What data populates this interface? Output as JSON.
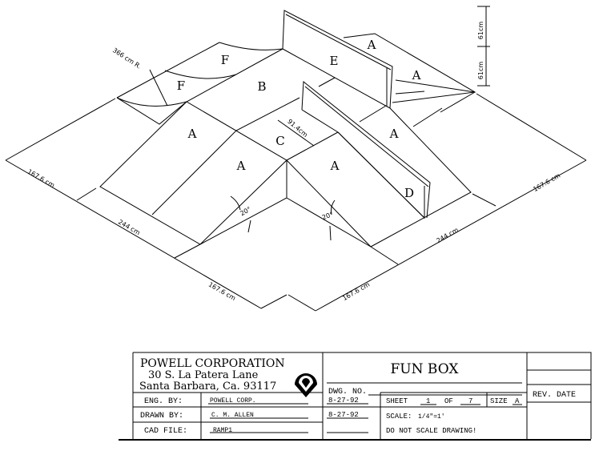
{
  "drawing": {
    "panel_labels": {
      "f_top": "F",
      "f_left": "F",
      "b": "B",
      "e": "E",
      "a_back_top": "A",
      "a_back_right": "A",
      "a_left": "A",
      "c": "C",
      "a_right": "A",
      "a_front_left": "A",
      "a_front_right": "A",
      "d": "D"
    },
    "dimensions": {
      "radius": "366 cm R.",
      "left_back": "167.6 cm",
      "left_mid": "244 cm",
      "left_front": "167.6 cm",
      "right_front": "167.6 cm",
      "right_mid": "244 cm",
      "right_back": "167.6 cm",
      "height_upper": "61cm",
      "height_lower": "61cm",
      "deck_width": "91.4cm",
      "angle_left": "20°",
      "angle_right": "20°"
    }
  },
  "title_block": {
    "company": "POWELL CORPORATION",
    "address1": "30 S. La Patera Lane",
    "address2": "Santa Barbara, Ca. 93117",
    "title": "FUN BOX",
    "dwg_no_label": "DWG. NO.",
    "rev_date_label": "REV. DATE",
    "eng_by_label": "ENG. BY:",
    "eng_by_value": "POWELL CORP.",
    "eng_date": "8-27-92",
    "drawn_by_label": "DRAWN BY:",
    "drawn_by_value": "C. M. ALLEN",
    "drawn_date": "8-27-92",
    "cad_file_label": "CAD FILE:",
    "cad_file_value": "RAMP1",
    "sheet_label": "SHEET",
    "sheet_num": "1",
    "of_label": "OF",
    "sheet_total": "7",
    "size_label": "SIZE",
    "size_value": "A",
    "scale_label": "SCALE:",
    "scale_value": "1/4\"=1'",
    "note": "DO NOT SCALE DRAWING!"
  }
}
